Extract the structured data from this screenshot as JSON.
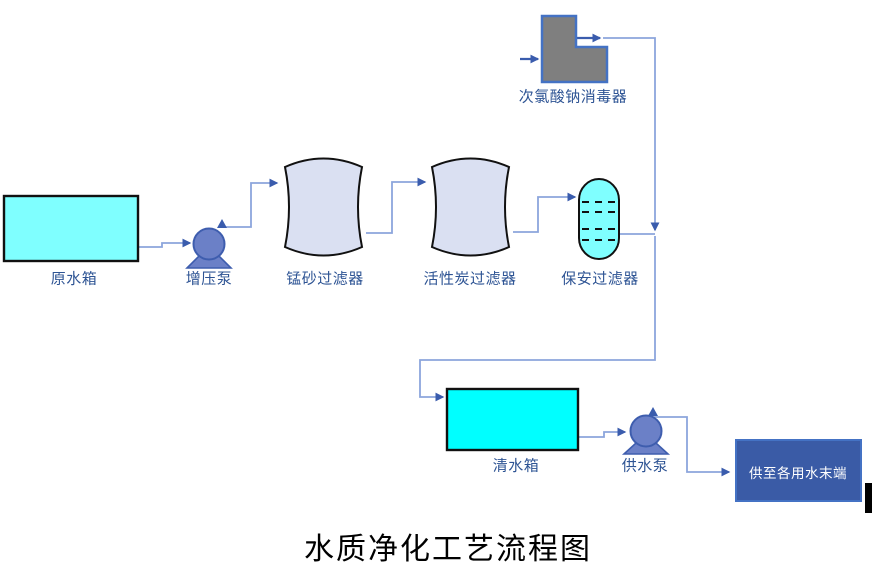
{
  "diagram": {
    "title": "水质净化工艺流程图",
    "nodes": {
      "raw_tank": {
        "label": "原水箱"
      },
      "booster_pump": {
        "label": "增压泵"
      },
      "manganese_filter": {
        "label": "锰砂过滤器"
      },
      "carbon_filter": {
        "label": "活性炭过滤器"
      },
      "security_filter": {
        "label": "保安过滤器"
      },
      "disinfector": {
        "label": "次氯酸钠消毒器"
      },
      "clean_tank": {
        "label": "清水箱"
      },
      "supply_pump": {
        "label": "供水泵"
      },
      "endpoint": {
        "label": "供至各用水末端"
      }
    },
    "colors": {
      "raw_tank_fill": "#7FFFFF",
      "clean_tank_fill": "#00FFFF",
      "filter_fill": "#DAE0F2",
      "security_filter_fill": "#7FFFFF",
      "disinfector_fill": "#7F7F7F",
      "disinfector_border": "#4472C4",
      "pump_fill": "#6B80C7",
      "pump_stroke": "#3E5DAE",
      "endpoint_fill": "#3A5BA6",
      "endpoint_border": "#4472C4",
      "line": "#8CA5DC",
      "arrow": "#3A5CAD",
      "outline": "#111111",
      "artifact": "#000000"
    }
  }
}
